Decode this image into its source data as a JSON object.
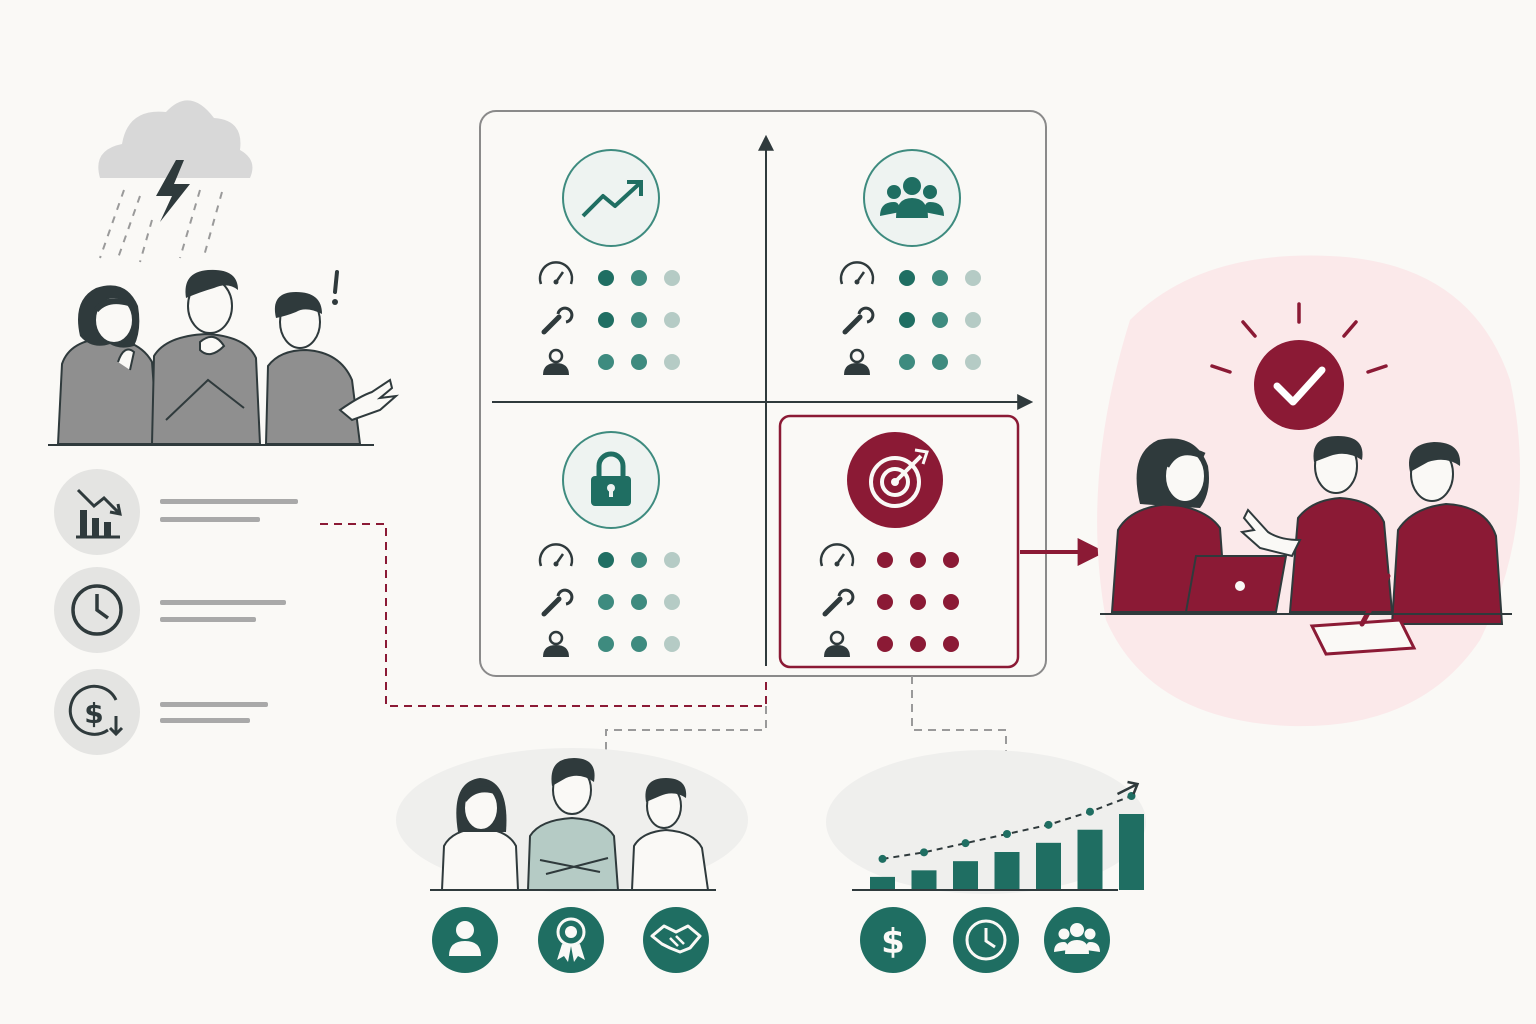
{
  "colors": {
    "background": "#faf9f6",
    "teal": "#1f6e62",
    "teal_mid": "#3e8b7f",
    "teal_light": "#b5cbc5",
    "crimson": "#8b1a35",
    "crimson_bg": "#fbe9ea",
    "gray_fill": "#8f8f8f",
    "ink": "#2f3a3c",
    "frame": "#8a8a8a",
    "cloud": "#d8d8d8"
  },
  "icons": {
    "storm": "storm-cloud-icon",
    "alert": "exclamation-icon",
    "issues": [
      "declining-chart-icon",
      "clock-icon",
      "dollar-down-icon"
    ],
    "quadrant_criteria": [
      "speedometer-icon",
      "wrench-icon",
      "person-icon"
    ],
    "quadrants": [
      "trend-up-icon",
      "group-icon",
      "lock-icon",
      "target-icon"
    ],
    "decision": "checkmark-icon",
    "team_factors": [
      "person-icon",
      "award-ribbon-icon",
      "handshake-icon"
    ],
    "growth_factors": [
      "dollar-icon",
      "clock-icon",
      "group-icon"
    ]
  },
  "quadrants": [
    {
      "id": "top-left",
      "icon": "trend-up-icon",
      "ratings": [
        [
          3,
          2,
          1
        ],
        [
          3,
          2,
          1
        ],
        [
          2,
          2,
          1
        ]
      ],
      "selected": false
    },
    {
      "id": "top-right",
      "icon": "group-icon",
      "ratings": [
        [
          3,
          2,
          1
        ],
        [
          3,
          2,
          1
        ],
        [
          2,
          2,
          1
        ]
      ],
      "selected": false
    },
    {
      "id": "bottom-left",
      "icon": "lock-icon",
      "ratings": [
        [
          3,
          2,
          1
        ],
        [
          2,
          2,
          1
        ],
        [
          2,
          2,
          1
        ]
      ],
      "selected": false
    },
    {
      "id": "bottom-right",
      "icon": "target-icon",
      "ratings": [
        [
          4,
          4,
          4
        ],
        [
          4,
          4,
          4
        ],
        [
          4,
          4,
          4
        ]
      ],
      "selected": true
    }
  ],
  "growth_bars": [
    1,
    1.5,
    2.2,
    2.9,
    3.6,
    4.6,
    5.8
  ]
}
